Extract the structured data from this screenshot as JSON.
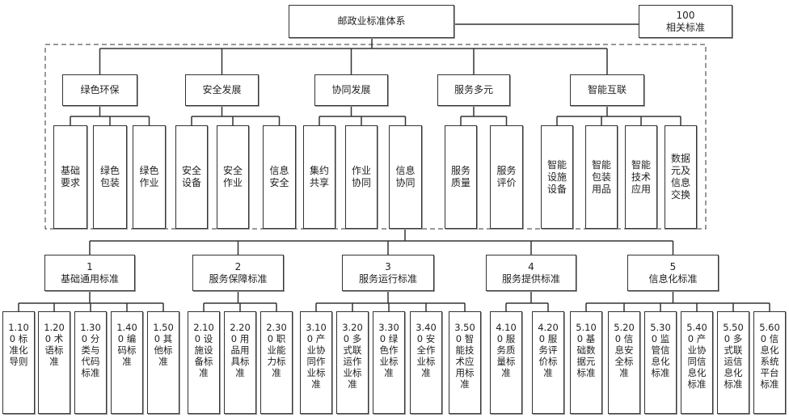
{
  "root": {
    "title": "邮政业标准体系"
  },
  "related": {
    "number": "100",
    "label": "相关标准"
  },
  "domains": [
    {
      "label": "绿色环保",
      "children": [
        "基础要求",
        "绿色包装",
        "绿色作业"
      ]
    },
    {
      "label": "安全发展",
      "children": [
        "安全设备",
        "安全作业",
        "信息安全"
      ]
    },
    {
      "label": "协同发展",
      "children": [
        "集约共享",
        "作业协同",
        "信息协同"
      ]
    },
    {
      "label": "服务多元",
      "children": [
        "服务质量",
        "服务评价"
      ]
    },
    {
      "label": "智能互联",
      "children": [
        "智能设施设备",
        "智能包装用品",
        "智能技术应用",
        "数据元及信息交换"
      ]
    }
  ],
  "categories": [
    {
      "number": "1",
      "label": "基础通用标准",
      "children": [
        "1.100 标准化导则",
        "1.200 术语标准",
        "1.300 分类与代码标准",
        "1.400 编码标准",
        "1.500 其他标准"
      ]
    },
    {
      "number": "2",
      "label": "服务保障标准",
      "children": [
        "2.100 设施设备标准",
        "2.200 用品用具标准",
        "2.300 职业能力标准"
      ]
    },
    {
      "number": "3",
      "label": "服务运行标准",
      "children": [
        "3.100 产业协同作业标准",
        "3.200 多式联运作业标准",
        "3.300 绿色作业标准",
        "3.400 安全作业标准",
        "3.500 智能技术应用标准"
      ]
    },
    {
      "number": "4",
      "label": "服务提供标准",
      "children": [
        "4.100 服务质量标准",
        "4.200 服务评价标准"
      ]
    },
    {
      "number": "5",
      "label": "信息化标准",
      "children": [
        "5.100 基础数据元标准",
        "5.200 信息安全标准",
        "5.300 监管信息化标准",
        "5.400 产业协同信息化标准",
        "5.500 多式联运信息化标准",
        "5.600 信息化系统平台标准"
      ]
    }
  ]
}
